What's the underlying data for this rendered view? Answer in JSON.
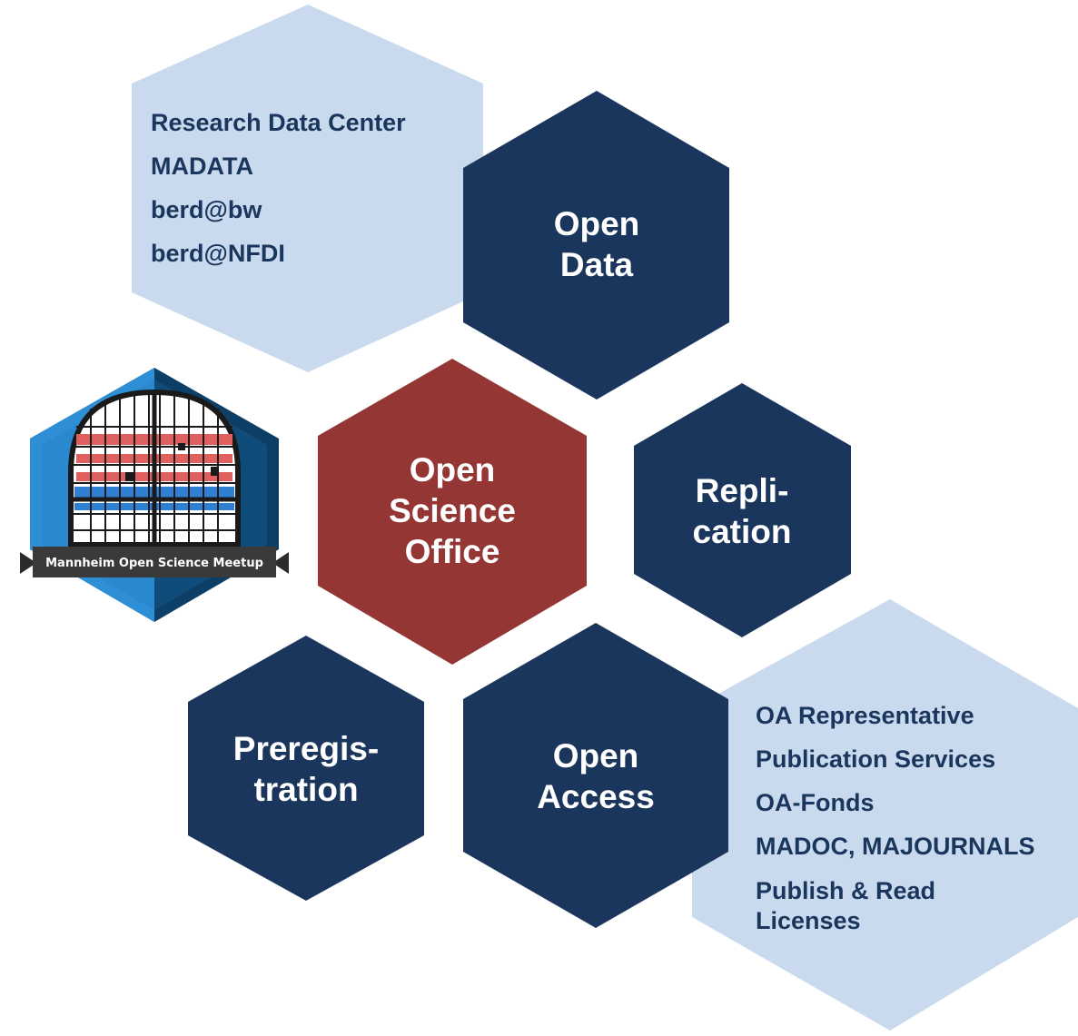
{
  "colors": {
    "navy": "#1b365d",
    "red": "#943634",
    "light_blue": "#c9daef",
    "badge_blue": "#2e8fd6",
    "badge_dark": "#0d3f66"
  },
  "hexagons": {
    "open_data": {
      "line1": "Open",
      "line2": "Data"
    },
    "open_science_office": {
      "line1": "Open",
      "line2": "Science",
      "line3": "Office"
    },
    "replication": {
      "line1": "Repli-",
      "line2": "cation"
    },
    "preregistration": {
      "line1": "Preregis-",
      "line2": "tration"
    },
    "open_access": {
      "line1": "Open",
      "line2": "Access"
    }
  },
  "data_services": {
    "items": [
      "Research Data Center",
      "MADATA",
      "berd@bw",
      "berd@NFDI"
    ]
  },
  "access_services": {
    "items": [
      "OA Representative",
      "Publication Services",
      "OA-Fonds",
      "MADOC, MAJOURNALS",
      "Publish & Read",
      "Licenses"
    ]
  },
  "badge": {
    "label": "Mannheim Open Science Meetup"
  }
}
